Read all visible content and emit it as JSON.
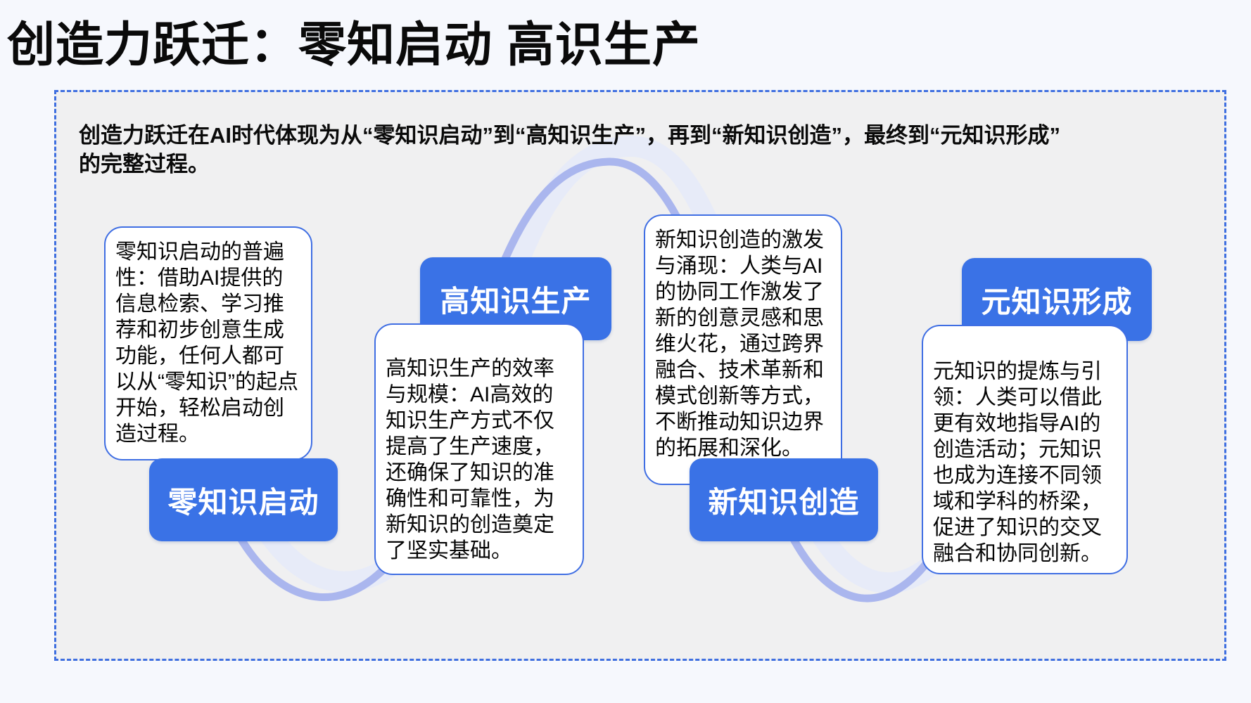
{
  "title": "创造力跃迁：零知启动 高识生产",
  "panel": {
    "intro": "创造力跃迁在AI时代体现为从“零知识启动”到“高知识生产”，再到“新知识创造”，最终到“元知识形成”的完整过程。"
  },
  "stages": [
    {
      "label": "零知识启动",
      "description": "零知识启动的普遍性：借助AI提供的信息检索、学习推荐和初步创意生成功能，任何人都可以从“零知识”的起点开始，轻松启动创造过程。"
    },
    {
      "label": "高知识生产",
      "description": "高知识生产的效率与规模：AI高效的知识生产方式不仅提高了生产速度，还确保了知识的准确性和可靠性，为新知识的创造奠定了坚实基础。"
    },
    {
      "label": "新知识创造",
      "description": "新知识创造的激发与涌现：人类与AI的协同工作激发了新的创意灵感和思维火花，通过跨界融合、技术革新和模式创新等方式，不断推动知识边界的拓展和深化。"
    },
    {
      "label": "元知识形成",
      "description": "元知识的提炼与引领：人类可以借此更有效地指导AI的创造活动；元知识也成为连接不同领域和学科的桥梁，促进了知识的交叉融合和协同创新。"
    }
  ],
  "colors": {
    "accent-blue": "#3a72e6",
    "card-border": "#3f6ee3",
    "dashed-border": "#3f6fe0",
    "panel-bg": "#f0f0f1",
    "page-bg": "#f6f8fd",
    "curve": "#aab6ee",
    "curve-halo": "#e4e9f9",
    "text": "#0a0a0a",
    "button-text": "#ffffff"
  }
}
